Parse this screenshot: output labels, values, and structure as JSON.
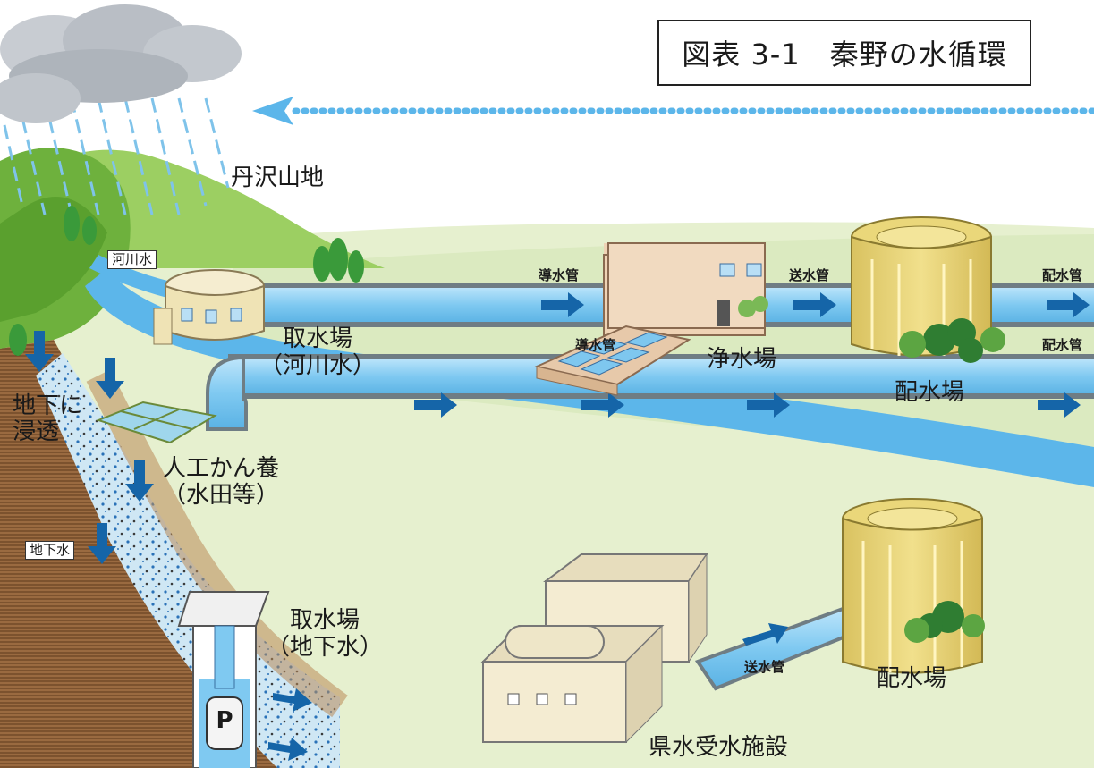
{
  "title": "図表 3-1　秦野の水循環",
  "labels": {
    "mountains": "丹沢山地",
    "river_water": "河川水",
    "intake_river_1": "取水場",
    "intake_river_2": "（河川水）",
    "infiltrate_1": "地下に",
    "infiltrate_2": "浸透",
    "recharge_1": "人工かん養",
    "recharge_2": "（水田等）",
    "groundwater": "地下水",
    "intake_ground_1": "取水場",
    "intake_ground_2": "（地下水）",
    "pump": "P",
    "conduit_top": "導水管",
    "purification": "浄水場",
    "transmission_top": "送水管",
    "reservoir_top": "配水場",
    "distribution_top": "配水管",
    "conduit_bottom": "導水管",
    "distribution_bottom": "配水管",
    "reservoir_bottom": "配水場",
    "transmission_bottom": "送水管",
    "prefectural_facility": "県水受水施設"
  },
  "colors": {
    "water": "#5cb6ea",
    "pipe_water": "#8fd0f3",
    "pipe_edge": "#6f7d84",
    "arrow": "#1565a8",
    "grass": "#d6e8b0",
    "hill": "#8fc751",
    "soil": "#b98a58",
    "tank": "#ead77a"
  },
  "icons": [
    "rain-cloud-icon",
    "tree-icon",
    "pump-icon"
  ]
}
